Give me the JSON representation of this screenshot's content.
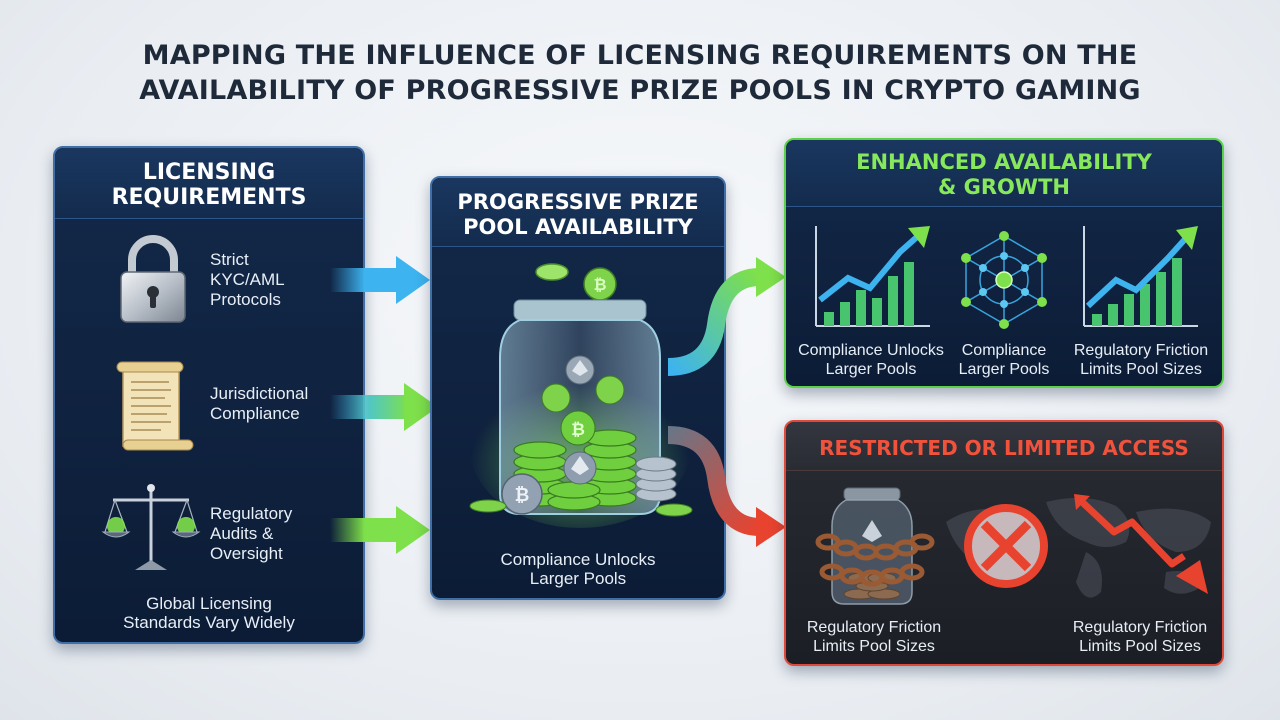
{
  "title": {
    "line1": "MAPPING THE INFLUENCE OF LICENSING REQUIREMENTS ON THE",
    "line2": "AVAILABILITY OF PROGRESSIVE PRIZE POOLS IN CRYPTO GAMING"
  },
  "licensing": {
    "title_line1": "LICENSING",
    "title_line2": "REQUIREMENTS",
    "items": [
      {
        "line1": "Strict",
        "line2": "KYC/AML",
        "line3": "Protocols",
        "icon": "padlock-icon"
      },
      {
        "line1": "Jurisdictional",
        "line2": "Compliance",
        "icon": "scroll-icon"
      },
      {
        "line1": "Regulatory",
        "line2": "Audits &",
        "line3": "Oversight",
        "icon": "scales-icon"
      }
    ],
    "footer_line1": "Global Licensing",
    "footer_line2": "Standards Vary Widely"
  },
  "pool": {
    "title_line1": "PROGRESSIVE PRIZE",
    "title_line2": "POOL AVAILABILITY",
    "caption_line1": "Compliance Unlocks",
    "caption_line2": "Larger Pools"
  },
  "enhanced": {
    "title_line1": "ENHANCED AVAILABILITY",
    "title_line2": "& GROWTH",
    "items": [
      {
        "line1": "Compliance Unlocks",
        "line2": "Larger Pools",
        "icon": "growth-chart-icon"
      },
      {
        "line1": "Compliance",
        "line2": "Larger Pools",
        "icon": "network-icon"
      },
      {
        "line1": "Regulatory Friction",
        "line2": "Limits Pool Sizes",
        "icon": "growth-chart-icon"
      }
    ]
  },
  "restricted": {
    "title": "RESTRICTED OR LIMITED ACCESS",
    "items": [
      {
        "line1": "Regulatory Friction",
        "line2": "Limits Pool Sizes",
        "icon": "chained-jar-icon"
      },
      {
        "line1": "Regulatory Friction",
        "line2": "Limits Pool Sizes",
        "icon": "decline-arrow-icon"
      }
    ]
  },
  "colors": {
    "panel_dark": "#0f2240",
    "green_accent": "#7ee04a",
    "red_accent": "#e8432f",
    "blue_arrow": "#3db3ef",
    "title_text": "#1e2a3a"
  }
}
